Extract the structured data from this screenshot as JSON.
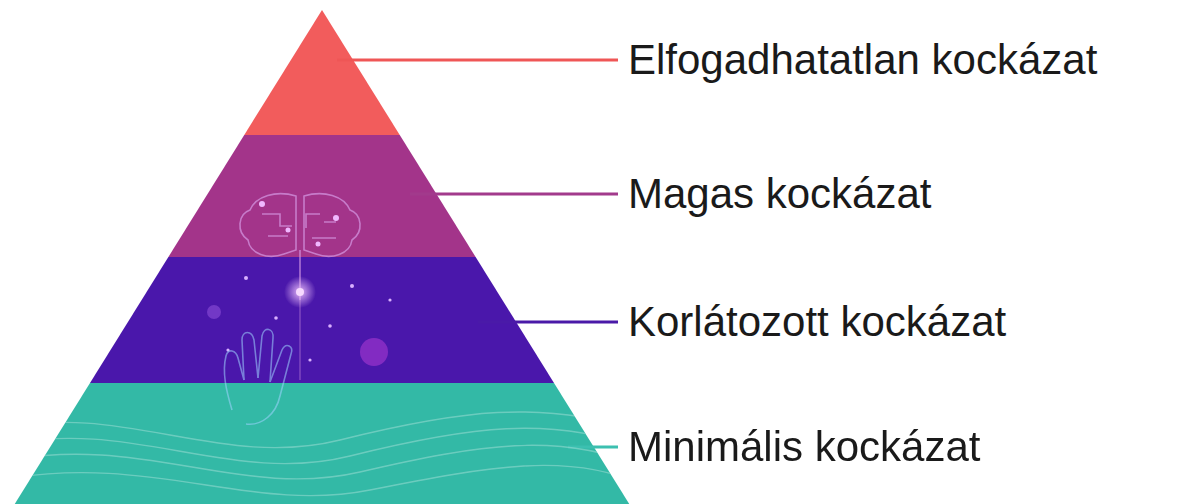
{
  "diagram": {
    "nodes": [
      {
        "text": [
          "Elfogadhatatlan kockázat"
        ]
      },
      {
        "text": [
          "Magas kockázat"
        ]
      },
      {
        "text": [
          "Korlátozott kockázat"
        ]
      },
      {
        "text": [
          "Minimális kockázat"
        ]
      }
    ]
  }
}
